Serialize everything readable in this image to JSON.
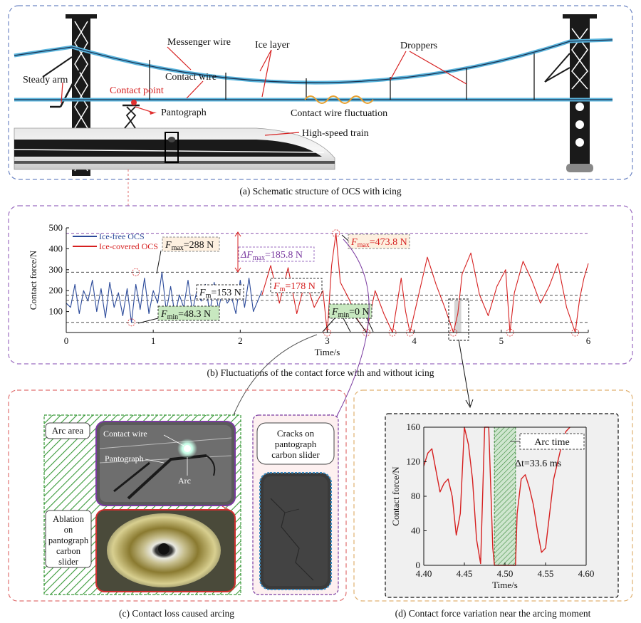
{
  "panel_a": {
    "caption": "(a) Schematic structure of OCS with icing",
    "labels": {
      "messenger_wire": "Messenger wire",
      "ice_layer": "Ice layer",
      "droppers": "Droppers",
      "steady_arm": "Steady arm",
      "contact_wire": "Contact wire",
      "contact_point": "Contact point",
      "pantograph": "Pantograph",
      "fluctuation": "Contact wire fluctuation",
      "train": "High-speed train"
    }
  },
  "panel_b": {
    "caption": "(b) Fluctuations of the contact force with and without icing",
    "annotations": {
      "fmax_free": "F",
      "fmax_free_sub": "max",
      "fmax_free_val": "=288 N",
      "dfmax": "ΔF",
      "dfmax_sub": "max",
      "dfmax_val": "=185.8 N",
      "fmax_ice": "F",
      "fmax_ice_sub": "max",
      "fmax_ice_val": "=473.8 N",
      "fm_free": "F",
      "fm_free_sub": "m",
      "fm_free_val": "=153 N",
      "fm_ice": "F",
      "fm_ice_sub": "m",
      "fm_ice_val": "=178 N",
      "fmin_free": "F",
      "fmin_free_sub": "min",
      "fmin_free_val": "=48.3 N",
      "fmin_ice": "F",
      "fmin_ice_sub": "min",
      "fmin_ice_val": "=0 N"
    }
  },
  "panel_c": {
    "caption": "(c) Contact loss caused arcing",
    "arc_area": "Arc area",
    "contact_wire": "Contact wire",
    "pantograph": "Pantograph",
    "arc": "Arc",
    "ablation": [
      "Ablation",
      "on",
      "pantograph",
      "carbon",
      "slider"
    ],
    "cracks": [
      "Cracks on",
      "pantograph",
      "carbon slider"
    ]
  },
  "panel_d": {
    "caption": "(d) Contact force variation near the arcing moment",
    "arc_time": "Arc time",
    "delta_t": "Δt=33.6 ms"
  },
  "colors": {
    "ice_free": "#2b4a9a",
    "ice_covered": "#d62020",
    "panel_a_border": "#6e86c4",
    "panel_b_border": "#9b6cc0",
    "panel_c_border": "#e07070",
    "panel_d_border": "#e0b070",
    "hatch_green": "#3a9a3a",
    "arc_purple": "#7a3aa0"
  },
  "chart_data": [
    {
      "id": "contact-force-icing",
      "type": "line",
      "xlabel": "Time/s",
      "ylabel": "Contact force/N",
      "xlim": [
        0,
        6
      ],
      "ylim": [
        0,
        500
      ],
      "xticks": [
        0,
        1,
        2,
        3,
        4,
        5,
        6
      ],
      "yticks": [
        100,
        200,
        300,
        400,
        500
      ],
      "legend": "top-left",
      "reference_lines": [
        288,
        473.8,
        153,
        178,
        48.3
      ],
      "series": [
        {
          "name": "Ice-free OCS",
          "color": "#2b4a9a",
          "x": [
            0,
            0.05,
            0.1,
            0.15,
            0.2,
            0.25,
            0.3,
            0.35,
            0.4,
            0.45,
            0.5,
            0.55,
            0.6,
            0.65,
            0.7,
            0.75,
            0.8,
            0.85,
            0.9,
            0.95,
            1.0,
            1.05,
            1.1,
            1.15,
            1.2,
            1.25,
            1.3,
            1.35,
            1.4,
            1.45,
            1.5,
            1.55,
            1.6,
            1.65,
            1.7,
            1.75,
            1.8,
            1.85,
            1.9,
            1.95,
            2.0,
            2.05,
            2.1,
            2.15,
            2.2,
            2.25
          ],
          "y": [
            140,
            120,
            230,
            90,
            200,
            150,
            250,
            100,
            210,
            70,
            240,
            120,
            190,
            80,
            210,
            48.3,
            230,
            110,
            260,
            90,
            200,
            140,
            288,
            100,
            220,
            80,
            180,
            120,
            250,
            100,
            200,
            150,
            230,
            90,
            240,
            110,
            210,
            140,
            170,
            90,
            250,
            120,
            260,
            100,
            150,
            200
          ]
        },
        {
          "name": "Ice-covered OCS",
          "color": "#d62020",
          "x": [
            2.25,
            2.35,
            2.45,
            2.55,
            2.65,
            2.75,
            2.85,
            2.95,
            3.0,
            3.05,
            3.1,
            3.15,
            3.25,
            3.35,
            3.45,
            3.55,
            3.65,
            3.75,
            3.85,
            3.9,
            3.95,
            4.05,
            4.15,
            4.25,
            4.35,
            4.45,
            4.5,
            4.55,
            4.65,
            4.75,
            4.85,
            4.95,
            5.05,
            5.1,
            5.15,
            5.25,
            5.35,
            5.45,
            5.55,
            5.65,
            5.75,
            5.85,
            5.9,
            5.95,
            6.0
          ],
          "y": [
            180,
            320,
            140,
            310,
            90,
            250,
            120,
            200,
            0,
            320,
            473.8,
            240,
            160,
            60,
            0,
            200,
            90,
            0,
            260,
            100,
            0,
            180,
            360,
            230,
            120,
            0,
            90,
            280,
            380,
            180,
            80,
            220,
            300,
            0,
            190,
            340,
            250,
            140,
            220,
            330,
            120,
            0,
            160,
            260,
            330
          ]
        }
      ]
    },
    {
      "id": "contact-force-arcing",
      "type": "line",
      "xlabel": "Time/s",
      "ylabel": "Contact force/N",
      "xlim": [
        4.4,
        4.6
      ],
      "ylim": [
        0,
        160
      ],
      "xticks": [
        4.4,
        4.45,
        4.5,
        4.55,
        4.6
      ],
      "yticks": [
        0,
        40,
        80,
        120,
        160
      ],
      "arc_interval": [
        4.487,
        4.513
      ],
      "series": [
        {
          "name": "",
          "color": "#d62020",
          "x": [
            4.4,
            4.405,
            4.41,
            4.415,
            4.42,
            4.425,
            4.43,
            4.435,
            4.44,
            4.445,
            4.45,
            4.455,
            4.46,
            4.465,
            4.47,
            4.475,
            4.48,
            4.485,
            4.487,
            4.513,
            4.515,
            4.52,
            4.525,
            4.53,
            4.535,
            4.54,
            4.545,
            4.55,
            4.555,
            4.56,
            4.565,
            4.57,
            4.575,
            4.58
          ],
          "y": [
            115,
            130,
            135,
            110,
            85,
            95,
            100,
            80,
            35,
            60,
            160,
            140,
            100,
            30,
            2,
            160,
            160,
            20,
            0,
            0,
            60,
            100,
            105,
            90,
            70,
            40,
            15,
            20,
            60,
            100,
            120,
            140,
            155,
            160
          ]
        }
      ]
    }
  ]
}
